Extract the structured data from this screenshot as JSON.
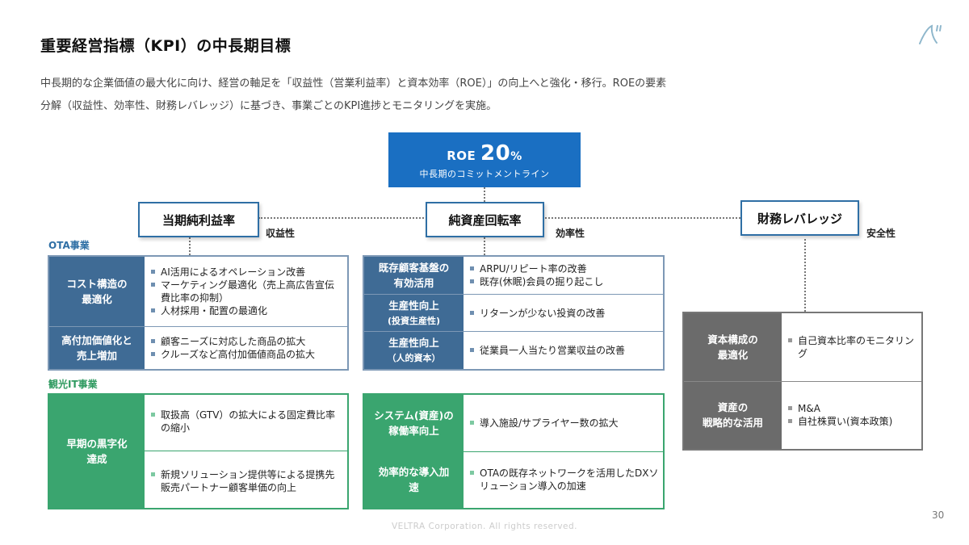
{
  "title": "重要経営指標（KPI）の中長期目標",
  "description": [
    "中長期的な企業価値の最大化に向け、経営の軸足を「収益性（営業利益率）と資本効率（ROE）」の向上へと強化・移行。ROEの要素",
    "分解（収益性、効率性、財務レバレッジ）に基づき、事業ごとのKPI進捗とモニタリングを実施。"
  ],
  "roe": {
    "prefix": "ROE",
    "value": "20",
    "unit": "%",
    "subtitle": "中長期のコミットメントライン"
  },
  "kpis": [
    {
      "label": "当期純利益率",
      "tag": "収益性"
    },
    {
      "label": "純資産回転率",
      "tag": "効率性"
    },
    {
      "label": "財務レバレッジ",
      "tag": "安全性"
    }
  ],
  "sections": {
    "ota": "OTA事業",
    "kanko": "観光IT事業"
  },
  "ota_profit": [
    {
      "header": [
        "コスト構造の",
        "最適化"
      ],
      "items": [
        "AI活用によるオペレーション改善",
        "マーケティング最適化（売上高広告宣伝費比率の抑制）",
        "人材採用・配置の最適化"
      ]
    },
    {
      "header": [
        "高付加価値化と",
        "売上増加"
      ],
      "items": [
        "顧客ニーズに対応した商品の拡大",
        "クルーズなど高付加価値商品の拡大"
      ]
    }
  ],
  "ota_turnover": [
    {
      "header": [
        "既存顧客基盤の",
        "有効活用"
      ],
      "items": [
        "ARPU/リピート率の改善",
        "既存(休眠)会員の掘り起こし"
      ]
    },
    {
      "header": [
        "生産性向上",
        "(投資生産性)"
      ],
      "items": [
        "リターンが少ない投資の改善"
      ]
    },
    {
      "header": [
        "生産性向上",
        "（人的資本）"
      ],
      "items": [
        "従業員一人当たり営業収益の改善"
      ]
    }
  ],
  "kanko_profit": [
    {
      "header": [
        "早期の黒字化",
        "達成"
      ],
      "items": [
        "取扱高（GTV）の拡大による固定費比率の縮小",
        "新規ソリューション提供等による提携先販売パートナー顧客単価の向上"
      ]
    }
  ],
  "kanko_turnover": [
    {
      "header": [
        "システム(資産)の",
        "稼働率向上"
      ],
      "items": [
        "導入施設/サプライヤー数の拡大"
      ]
    },
    {
      "header": [
        "効率的な導入加",
        "速"
      ],
      "items": [
        "OTAの既存ネットワークを活用したDXソリューション導入の加速"
      ]
    }
  ],
  "leverage": [
    {
      "header": [
        "資本構成の",
        "最適化"
      ],
      "items": [
        "自己資本比率のモニタリング"
      ]
    },
    {
      "header": [
        "資産の",
        "戦略的な活用"
      ],
      "items": [
        "M&A",
        "自社株買い(資本政策)"
      ]
    }
  ],
  "footer": "VELTRA Corporation. All rights reserved.",
  "page_number": "30",
  "colors": {
    "roe_blue": "#1a6fc2",
    "header_blue": "#3f6b95",
    "green": "#3aa56f",
    "grey": "#6b6b6b"
  },
  "icons": {
    "logo": "veltra-logo-icon"
  }
}
